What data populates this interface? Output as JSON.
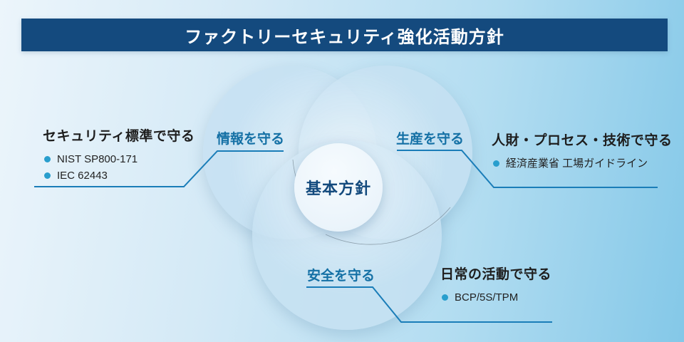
{
  "title": "ファクトリーセキュリティ強化活動方針",
  "center": {
    "label": "基本方針"
  },
  "circle_labels": {
    "information": "情報を守る",
    "production": "生産を守る",
    "safety": "安全を守る"
  },
  "callouts": {
    "left": {
      "heading": "セキュリティ標準で守る",
      "bullets": [
        "NIST SP800-171",
        "IEC 62443"
      ]
    },
    "right": {
      "heading": "人財・プロセス・技術で守る",
      "bullets": [
        "経済産業省 工場ガイドライン"
      ]
    },
    "bottom": {
      "heading": "日常の活動で守る",
      "bullets": [
        "BCP/5S/TPM"
      ]
    }
  },
  "colors": {
    "title_bar": "#144a7e",
    "title_text": "#ffffff",
    "circle_fill": "#c6e1f1",
    "center_circle_fill": "#eef6fc",
    "center_text": "#134a7d",
    "label_blue": "#1470a5",
    "connector_blue": "#1a7db8",
    "bullet_dot": "#289ecd",
    "heading_text": "#1e1e1e",
    "background_left": "#ecf5fb",
    "background_right": "#84c8e8"
  }
}
